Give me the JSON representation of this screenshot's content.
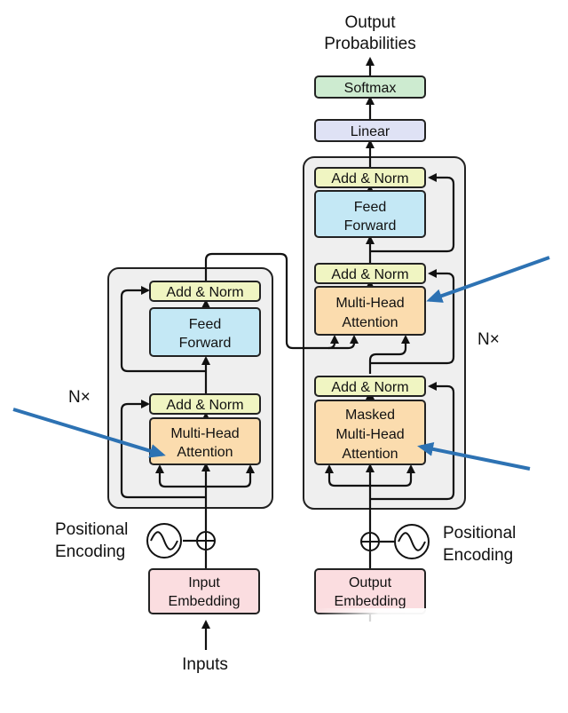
{
  "labels": {
    "output_probabilities_line1": "Output",
    "output_probabilities_line2": "Probabilities",
    "softmax": "Softmax",
    "linear": "Linear",
    "add_norm": "Add & Norm",
    "feed_forward_line1": "Feed",
    "feed_forward_line2": "Forward",
    "multi_head_line1": "Multi-Head",
    "multi_head_line2": "Attention",
    "masked_line1": "Masked",
    "masked_line2": "Multi-Head",
    "masked_line3": "Attention",
    "nx": "N×",
    "positional_line1": "Positional",
    "positional_line2": "Encoding",
    "input_embedding_line1": "Input",
    "input_embedding_line2": "Embedding",
    "output_embedding_line1": "Output",
    "output_embedding_line2": "Embedding",
    "inputs": "Inputs"
  },
  "colors": {
    "add_norm": "#f0f5c2",
    "feed_forward": "#c4e8f5",
    "attention": "#fbdcae",
    "embedding": "#fbdde0",
    "softmax": "#cdebd0",
    "linear": "#dfe2f5",
    "stack_bg": "#efefef",
    "pointer_arrow": "#2d72b3"
  }
}
